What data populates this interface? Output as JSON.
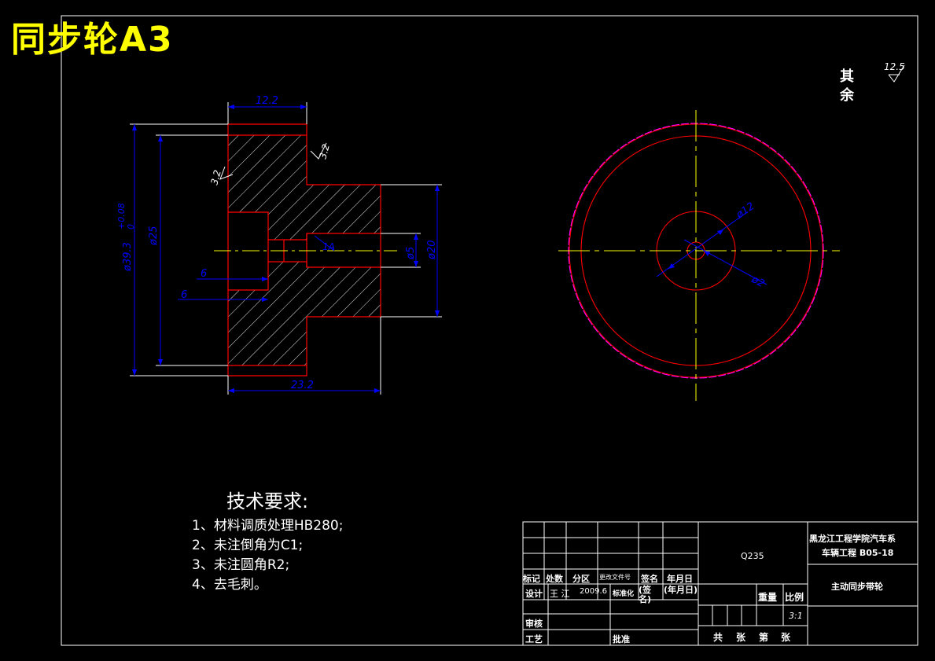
{
  "drawing_title": "同步轮A3",
  "roughness": {
    "rest_label_1": "其",
    "rest_label_2": "余",
    "main_value": "12.5",
    "face_value": "3.2"
  },
  "dimensions": {
    "width_top": "12.2",
    "width_bottom": "23.2",
    "dia_outer": "ø39.3",
    "dia_outer_tol": "+0.08",
    "dia_outer_tol_low": "0",
    "dia_25": "ø25",
    "dia_20": "ø20",
    "dia_5": "ø5",
    "hole_1a": "1A",
    "six_a": "6",
    "six_b": "6",
    "dia_12": "ø12",
    "dia_2": "ø2"
  },
  "tech_requirements": {
    "title": "技术要求:",
    "items": [
      "1、材料调质处理HB280;",
      "2、未注倒角为C1;",
      "3、未注圆角R2;",
      "4、去毛刺。"
    ]
  },
  "title_block": {
    "material": "Q235",
    "school": "黑龙江工程学院汽车系",
    "class_code": "车辆工程 B05-18",
    "part_name": "主动同步带轮",
    "mark": "标记",
    "count": "处数",
    "zone": "分区",
    "change_doc": "更改文件号",
    "sign": "签名",
    "date": "年月日",
    "design": "设计",
    "designer": "王 江",
    "design_date": "2009.6",
    "standard": "标准化",
    "sign2": "(签名)",
    "date2": "(年月日)",
    "weight": "重量",
    "scale_label": "比例",
    "scale": "3:1",
    "review": "审核",
    "process": "工艺",
    "approve": "批准",
    "total": "共",
    "sheets": "张",
    "nth": "第",
    "sheets2": "张"
  },
  "colors": {
    "frame": "#ffffff",
    "part": "#ff0000",
    "dimension": "#0000ff",
    "center": "#ffff00",
    "title": "#ffff00",
    "teeth": "#ff00ff"
  }
}
